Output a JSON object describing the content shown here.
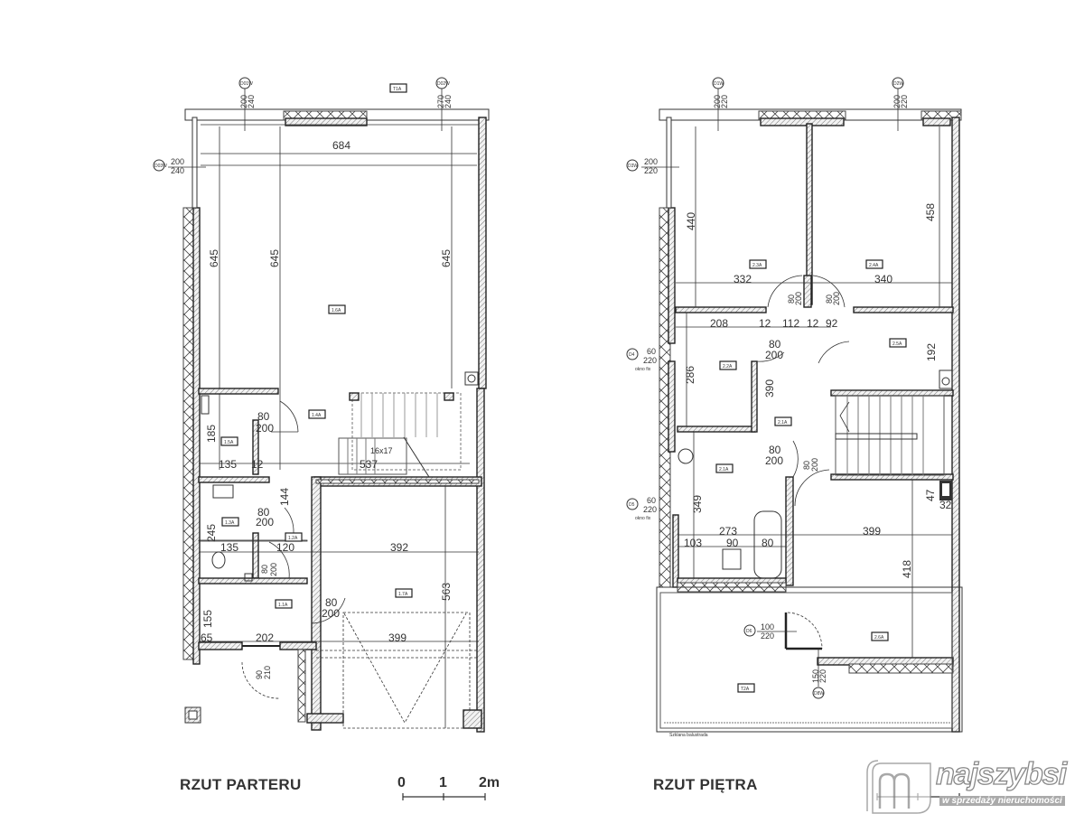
{
  "ground_floor": {
    "title": "RZUT PARTERU",
    "scale_bar": {
      "labels": [
        "0",
        "1",
        "2m"
      ]
    },
    "room_tags": [
      "1.6A",
      "1.4A",
      "1.5A",
      "1.3A",
      "1.2A",
      "1.7A",
      "1.1A"
    ],
    "top_tag": "T1A",
    "window_tags": [
      {
        "id": "D01W",
        "w": "200",
        "h": "240"
      },
      {
        "id": "D02W",
        "w": "270",
        "h": "240"
      },
      {
        "id": "D03W",
        "w": "200",
        "h": "240"
      }
    ],
    "dimensions": {
      "width_top": "684",
      "h_left": "645",
      "h_mid": "645",
      "h_right": "645",
      "d_185": "185",
      "d_135a": "135",
      "d_12": "12",
      "d_144": "144",
      "d_245": "245",
      "d_135b": "135",
      "d_120": "120",
      "d_392": "392",
      "d_563": "563",
      "d_155": "155",
      "d_65": "65",
      "d_202": "202",
      "d_399": "399",
      "stairs": "16x17",
      "stairs_len": "537"
    },
    "doors": [
      {
        "w": "80",
        "h": "200"
      },
      {
        "w": "80",
        "h": "200"
      },
      {
        "w": "80",
        "h": "200"
      },
      {
        "w": "80",
        "h": "200"
      },
      {
        "w": "90",
        "h": "210"
      }
    ]
  },
  "first_floor": {
    "title": "RZUT PIĘTRA",
    "room_tags": [
      "2.3A",
      "2.4A",
      "2.5A",
      "2.2A",
      "2.1A",
      "2.1A",
      "2.6A",
      "T2A"
    ],
    "window_tags": [
      {
        "id": "D1W",
        "w": "200",
        "h": "220"
      },
      {
        "id": "D2W",
        "w": "200",
        "h": "220"
      },
      {
        "id": "D3W",
        "w": "200",
        "h": "220"
      },
      {
        "id": "D4",
        "w": "60",
        "h": "220",
        "note": "okno fix"
      },
      {
        "id": "D5",
        "w": "60",
        "h": "220",
        "note": "okno fix"
      },
      {
        "id": "D6",
        "w": "100",
        "h": "220"
      },
      {
        "id": "D8W",
        "w": "150",
        "h": "220"
      }
    ],
    "dimensions": {
      "d_440": "440",
      "d_458": "458",
      "d_332": "332",
      "d_340": "340",
      "d_208": "208",
      "d_12a": "12",
      "d_112": "112",
      "d_12b": "12",
      "d_92": "92",
      "d_192": "192",
      "d_286": "286",
      "d_390": "390",
      "d_349": "349",
      "d_47": "47",
      "d_32": "32",
      "d_273": "273",
      "d_103": "103",
      "d_90": "90",
      "d_80": "80",
      "d_399": "399",
      "d_418": "418"
    },
    "doors": [
      {
        "w": "80",
        "h": "200"
      },
      {
        "w": "80",
        "h": "200"
      },
      {
        "w": "80",
        "h": "200"
      },
      {
        "w": "80",
        "h": "200"
      },
      {
        "w": "80",
        "h": "200"
      }
    ],
    "balustrade_label": "Szklana balustrada"
  },
  "watermark": {
    "brand": "najszybsi",
    "tagline": "w sprzedaży nieruchomości"
  }
}
